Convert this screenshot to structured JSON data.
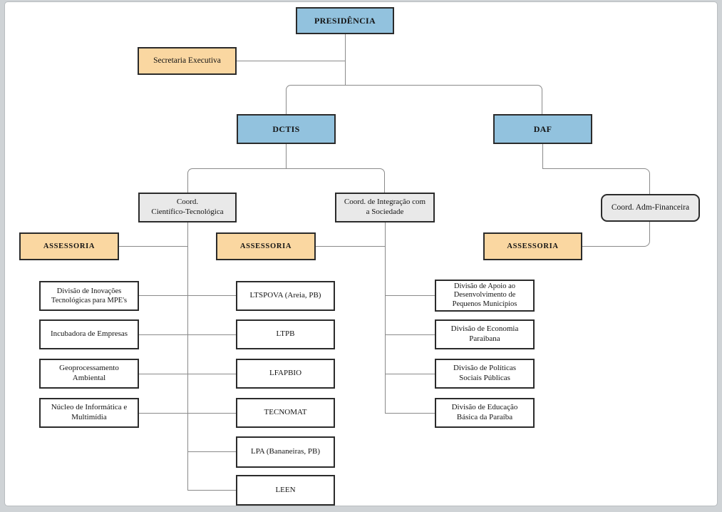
{
  "org_chart": {
    "colors": {
      "department_fill": "#92c2de",
      "staff_fill": "#fad7a1",
      "coordination_fill": "#e9e9e9",
      "unit_fill": "#ffffff",
      "box_border": "#2b2b2b",
      "connector_line": "#8a8a8a"
    },
    "top": {
      "presidencia": "PRESIDÊNCIA",
      "secretaria_executiva": "Secretaria Executiva"
    },
    "departments": {
      "dctis": "DCTIS",
      "daf": "DAF"
    },
    "coordinations": {
      "cientifico_tecnologica": "Coord.\nCientífico-Tecnológica",
      "integracao_sociedade": "Coord. de Integração com\na Sociedade",
      "adm_financeira": "Coord. Adm-Financeira"
    },
    "assessorias": [
      "ASSESSORIA",
      "ASSESSORIA",
      "ASSESSORIA"
    ],
    "cientifico_divisions": [
      "Divisão de Inovações\nTecnológicas para MPE's",
      "Incubadora de Empresas",
      "Geoprocessamento\nAmbiental",
      "Núcleo de Informática e\nMultimídia"
    ],
    "laboratories": [
      "LTSPOVA (Areia, PB)",
      "LTPB",
      "LFAPBIO",
      "TECNOMAT",
      "LPA (Bananeiras, PB)",
      "LEEN"
    ],
    "integracao_divisions": [
      "Divisão de Apoio ao\nDesenvolvimento de\nPequenos Municípios",
      "Divisão de Economia\nParaibana",
      "Divisão de Políticas\nSociais Públicas",
      "Divisão de Educação\nBásica da Paraíba"
    ],
    "hierarchy": {
      "PRESIDÊNCIA": [
        "Secretaria Executiva",
        "DCTIS",
        "DAF"
      ],
      "DCTIS": [
        "Coord. Científico-Tecnológica",
        "Coord. de Integração com a Sociedade"
      ],
      "DAF": [
        "Coord. Adm-Financeira"
      ],
      "Coord. Científico-Tecnológica": [
        "ASSESSORIA",
        "Divisão de Inovações Tecnológicas para MPE's",
        "Incubadora de Empresas",
        "Geoprocessamento Ambiental",
        "Núcleo de Informática e Multimídia",
        "LTSPOVA (Areia, PB)",
        "LTPB",
        "LFAPBIO",
        "TECNOMAT",
        "LPA (Bananeiras, PB)",
        "LEEN"
      ],
      "Coord. de Integração com a Sociedade": [
        "ASSESSORIA",
        "Divisão de Apoio ao Desenvolvimento de Pequenos Municípios",
        "Divisão de Economia Paraibana",
        "Divisão de Políticas Sociais Públicas",
        "Divisão de Educação Básica da Paraíba"
      ],
      "Coord. Adm-Financeira": [
        "ASSESSORIA"
      ]
    }
  }
}
